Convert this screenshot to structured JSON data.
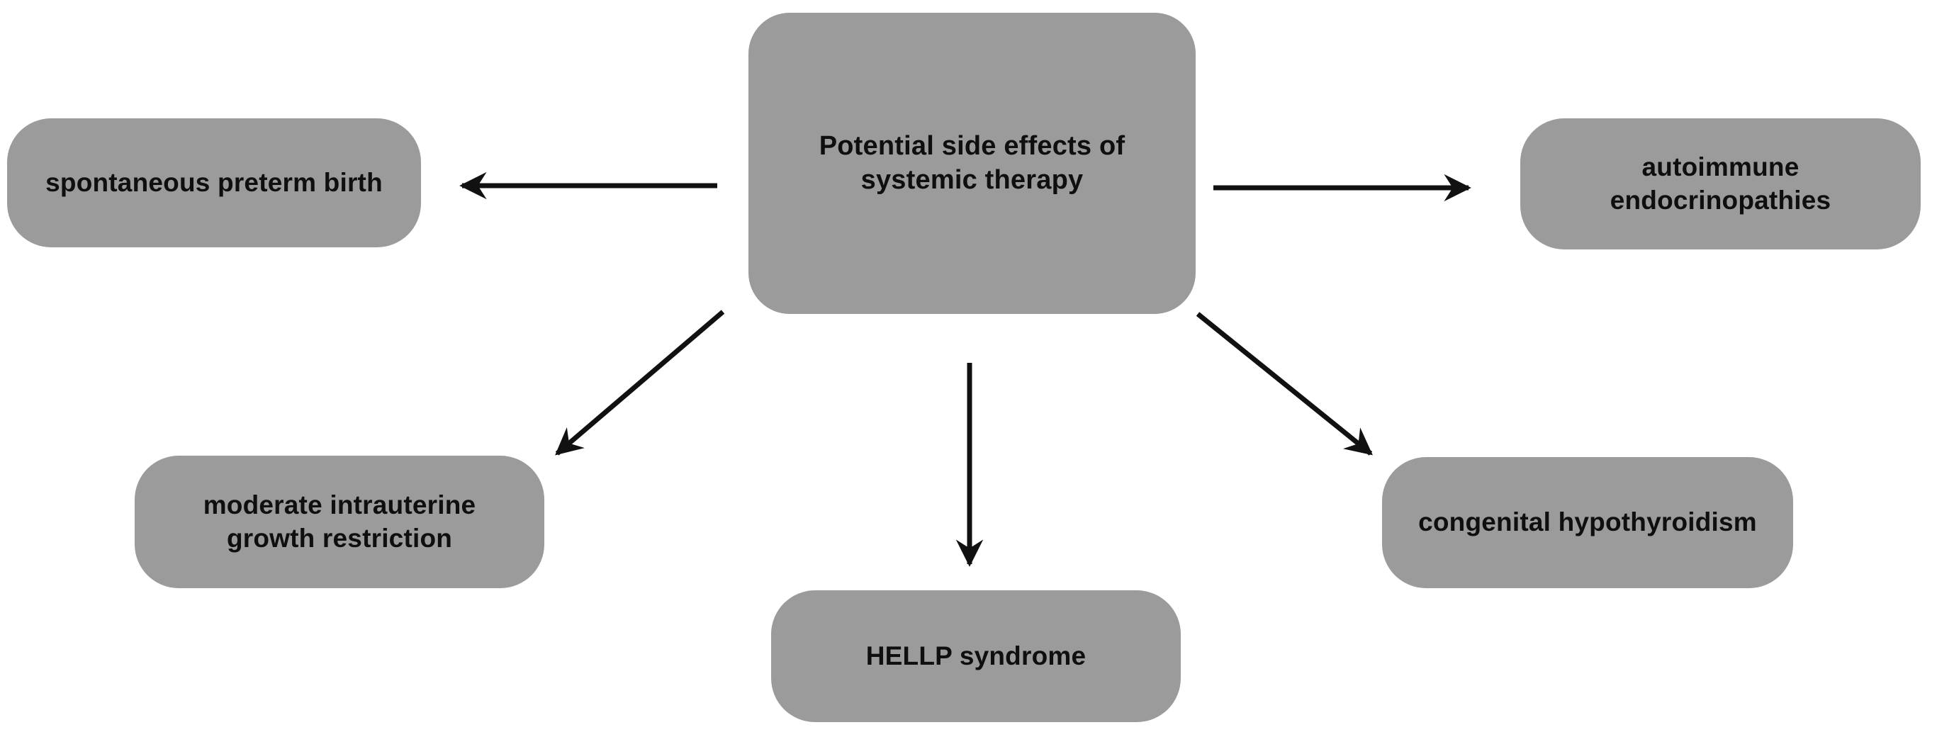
{
  "diagram": {
    "title": "Potential side effects of systemic therapy mind map",
    "center": {
      "id": "center",
      "label": "Potential side effects of systemic therapy"
    },
    "nodes": [
      {
        "id": "spontaneous-preterm-birth",
        "label": "spontaneous preterm birth",
        "position": "left"
      },
      {
        "id": "autoimmune-endocrinopathies",
        "label": "autoimmune endocrinopathies",
        "position": "right"
      },
      {
        "id": "moderate-intrauterine-growth-restriction",
        "label": "moderate intrauterine growth restriction",
        "position": "bottom-left"
      },
      {
        "id": "hellp-syndrome",
        "label": "HELLP syndrome",
        "position": "bottom-center"
      },
      {
        "id": "congenital-hypothyroidism",
        "label": "congenital hypothyroidism",
        "position": "bottom-right"
      }
    ],
    "edges": [
      {
        "from": "center",
        "to": "spontaneous-preterm-birth",
        "direction": "left"
      },
      {
        "from": "center",
        "to": "autoimmune-endocrinopathies",
        "direction": "right"
      },
      {
        "from": "center",
        "to": "moderate-intrauterine-growth-restriction",
        "direction": "down-left"
      },
      {
        "from": "center",
        "to": "hellp-syndrome",
        "direction": "down"
      },
      {
        "from": "center",
        "to": "congenital-hypothyroidism",
        "direction": "down-right"
      }
    ],
    "colors": {
      "node_fill": "#9b9b9b",
      "text": "#0f0f0f",
      "arrow": "#111111",
      "background": "#ffffff"
    }
  }
}
